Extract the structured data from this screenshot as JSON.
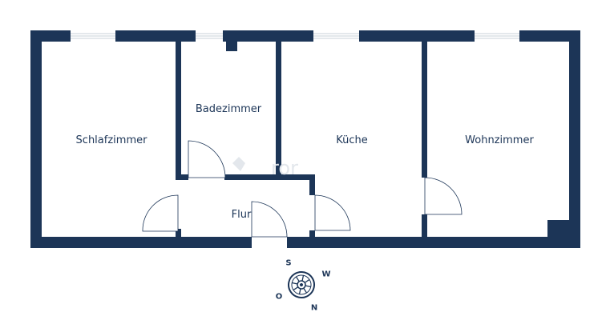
{
  "rooms": {
    "schlafzimmer": "Schlafzimmer",
    "badezimmer": "Badezimmer",
    "kueche": "Küche",
    "wohnzimmer": "Wohnzimmer",
    "flur": "Flur"
  },
  "compass": {
    "north": "N",
    "south": "S",
    "east": "O",
    "west": "W"
  },
  "colors": {
    "wall": "#1c3557",
    "background": "#ffffff"
  }
}
